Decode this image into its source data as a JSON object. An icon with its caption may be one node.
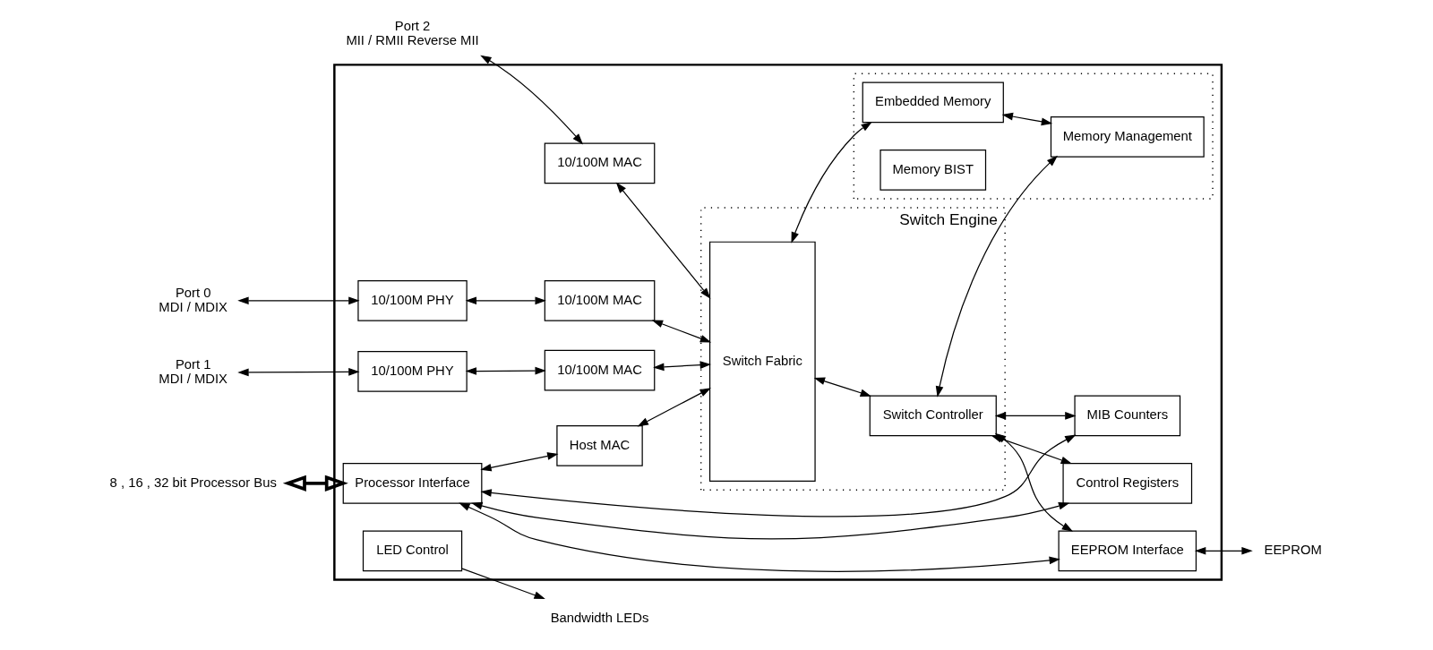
{
  "diagram": {
    "nodes": [
      {
        "text": [],
        "shape": "box"
      },
      {
        "text": [
          "Port 0",
          "MDI / MDIX"
        ]
      },
      {
        "text": [
          "Port 1",
          "MDI / MDIX"
        ]
      },
      {
        "text": [
          "Port 2",
          "MII / RMII Reverse MII"
        ]
      },
      {
        "text": [
          "8 , 16 , 32 bit Processor Bus"
        ]
      },
      {
        "text": [
          "10/100M PHY"
        ],
        "in": 0
      },
      {
        "text": [
          "10/100M MAC"
        ],
        "in": 0
      },
      {
        "text": [
          "10/100M PHY"
        ],
        "in": 0
      },
      {
        "text": [
          "10/100M MAC"
        ],
        "in": 0
      },
      {
        "text": [
          "10/100M MAC"
        ],
        "in": 0
      },
      {
        "text": [
          "Processor Interface"
        ],
        "in": 0
      },
      {
        "text": [
          "Host MAC"
        ],
        "in": 0
      },
      {
        "text": [
          "Switch Engine"
        ],
        "in": 0
      },
      {
        "text": [
          "Switch Fabric"
        ],
        "in": 12
      },
      {
        "text": [
          "Switch Controller"
        ],
        "in": 12
      },
      {
        "text": [],
        "shape": "box",
        "in": 0
      },
      {
        "text": [
          "Embedded Memory"
        ],
        "in": 15
      },
      {
        "text": [
          "Memory BIST"
        ],
        "in": 15
      },
      {
        "text": [
          "Memory Management"
        ],
        "in": 15
      },
      {
        "text": [
          "LED Control"
        ],
        "in": 0
      },
      {
        "text": [
          "Control Registers"
        ],
        "in": 0
      },
      {
        "text": [
          "MIB Counters"
        ],
        "in": 0
      },
      {
        "text": [
          "EEPROM Interface"
        ],
        "in": 0
      },
      {
        "text": [
          "Bandwidth LEDs"
        ]
      },
      {
        "text": [
          "EEPROM"
        ]
      }
    ],
    "edges": [
      {
        "from": 1,
        "to": 5,
        "arrow": "both"
      },
      {
        "from": 5,
        "to": 6,
        "arrow": "both"
      },
      {
        "from": 6,
        "to": 13,
        "arrow": "both"
      },
      {
        "from": 2,
        "to": 7,
        "arrow": "both"
      },
      {
        "from": 7,
        "to": 8,
        "arrow": "both"
      },
      {
        "from": 8,
        "to": 13,
        "arrow": "both"
      },
      {
        "from": 3,
        "to": 9,
        "arrow": "both"
      },
      {
        "from": 9,
        "to": 13,
        "arrow": "both"
      },
      {
        "from": 4,
        "to": 10,
        "arrow": "both",
        "style": "thick"
      },
      {
        "from": 10,
        "to": 11,
        "arrow": "both"
      },
      {
        "from": 11,
        "to": 13,
        "arrow": "both"
      },
      {
        "from": 13,
        "to": 16,
        "arrow": "both"
      },
      {
        "from": 13,
        "to": 14,
        "arrow": "both"
      },
      {
        "from": 14,
        "to": 18,
        "arrow": "both"
      },
      {
        "from": 16,
        "to": 18,
        "arrow": "both"
      },
      {
        "from": 19,
        "to": 23,
        "arrow": "to"
      },
      {
        "from": 22,
        "to": 24,
        "arrow": "both"
      },
      {
        "from": 14,
        "to": 20,
        "arrow": "both"
      },
      {
        "from": 14,
        "to": 21,
        "arrow": "both"
      },
      {
        "from": 14,
        "to": 22,
        "arrow": "both"
      },
      {
        "from": 10,
        "to": 20,
        "arrow": "both"
      },
      {
        "from": 10,
        "to": 21,
        "arrow": "both"
      },
      {
        "from": 10,
        "to": 22,
        "arrow": "both"
      }
    ]
  }
}
